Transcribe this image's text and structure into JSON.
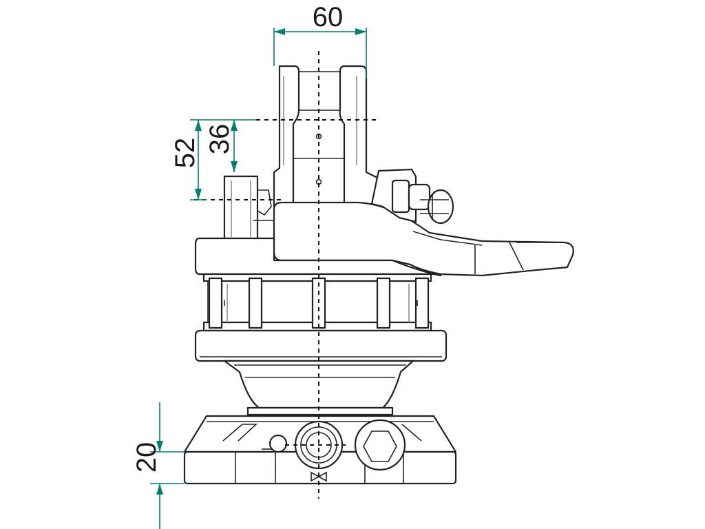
{
  "dimensions": {
    "width_top": "60",
    "height_52": "52",
    "height_36": "36",
    "height_bottom": "20"
  },
  "colors": {
    "dimension_line": "#00806a",
    "outline": "#222222",
    "hidden_line": "#8c8c8c",
    "background": "#ffffff"
  }
}
